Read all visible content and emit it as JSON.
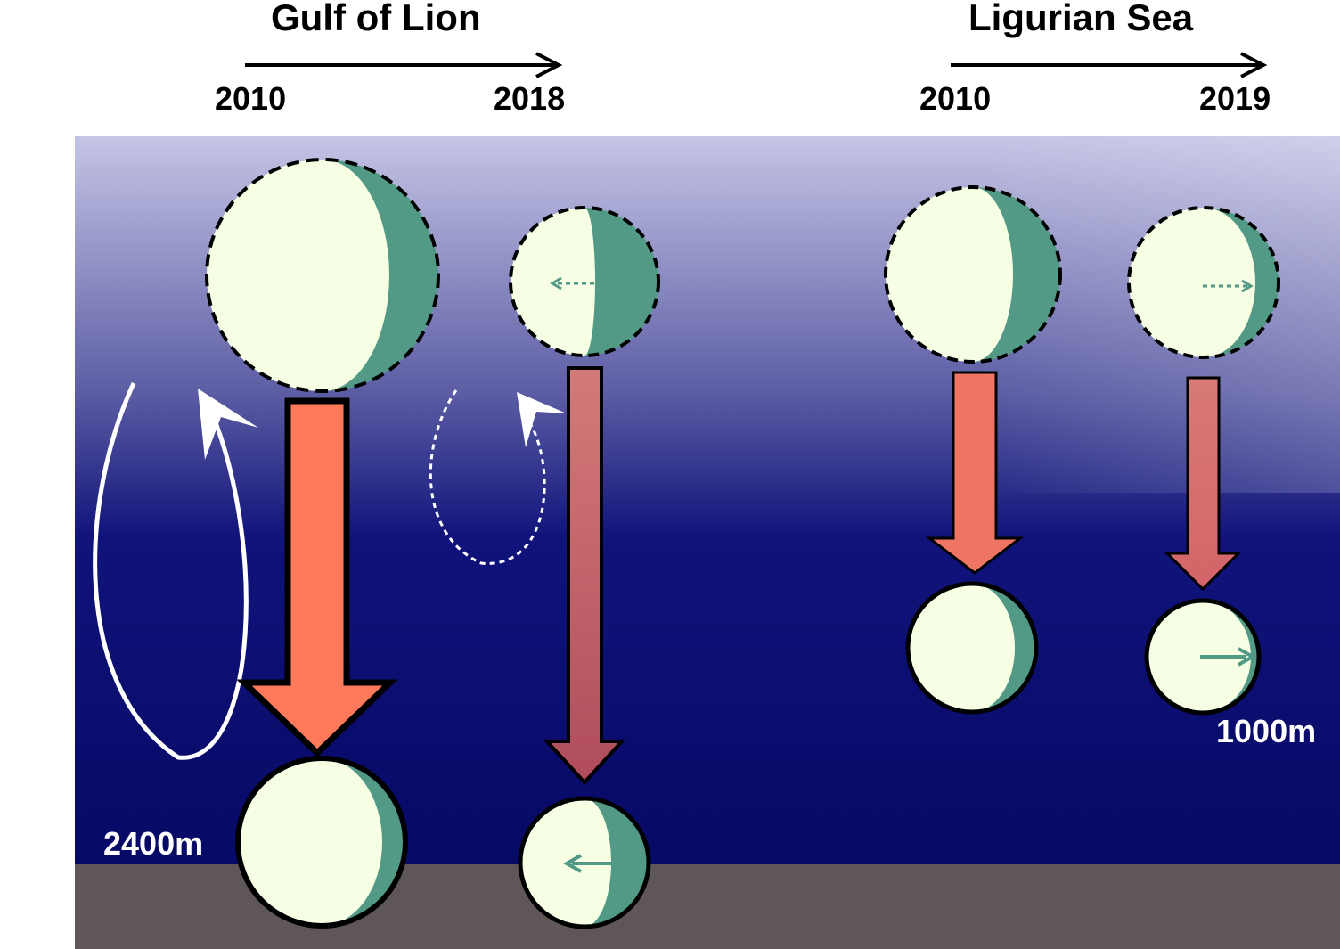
{
  "regions": [
    {
      "title": "Gulf of Lion",
      "year_start": "2010",
      "year_end": "2018",
      "depth_label": "2400m"
    },
    {
      "title": "Ligurian Sea",
      "year_start": "2010",
      "year_end": "2019",
      "depth_label": "1000m"
    }
  ],
  "colors": {
    "sky_top": "#c5c5e6",
    "deep_water": "#070966",
    "seafloor": "#5f5757",
    "cell_fill": "#f6ffe4",
    "cell_shade": "#539a86",
    "arrow_strong": "#ff7a5b",
    "arrow_2018": "#b85261",
    "arrow_ligurian_2010": "#ee7563",
    "arrow_ligurian_2019": "#d86e72"
  }
}
